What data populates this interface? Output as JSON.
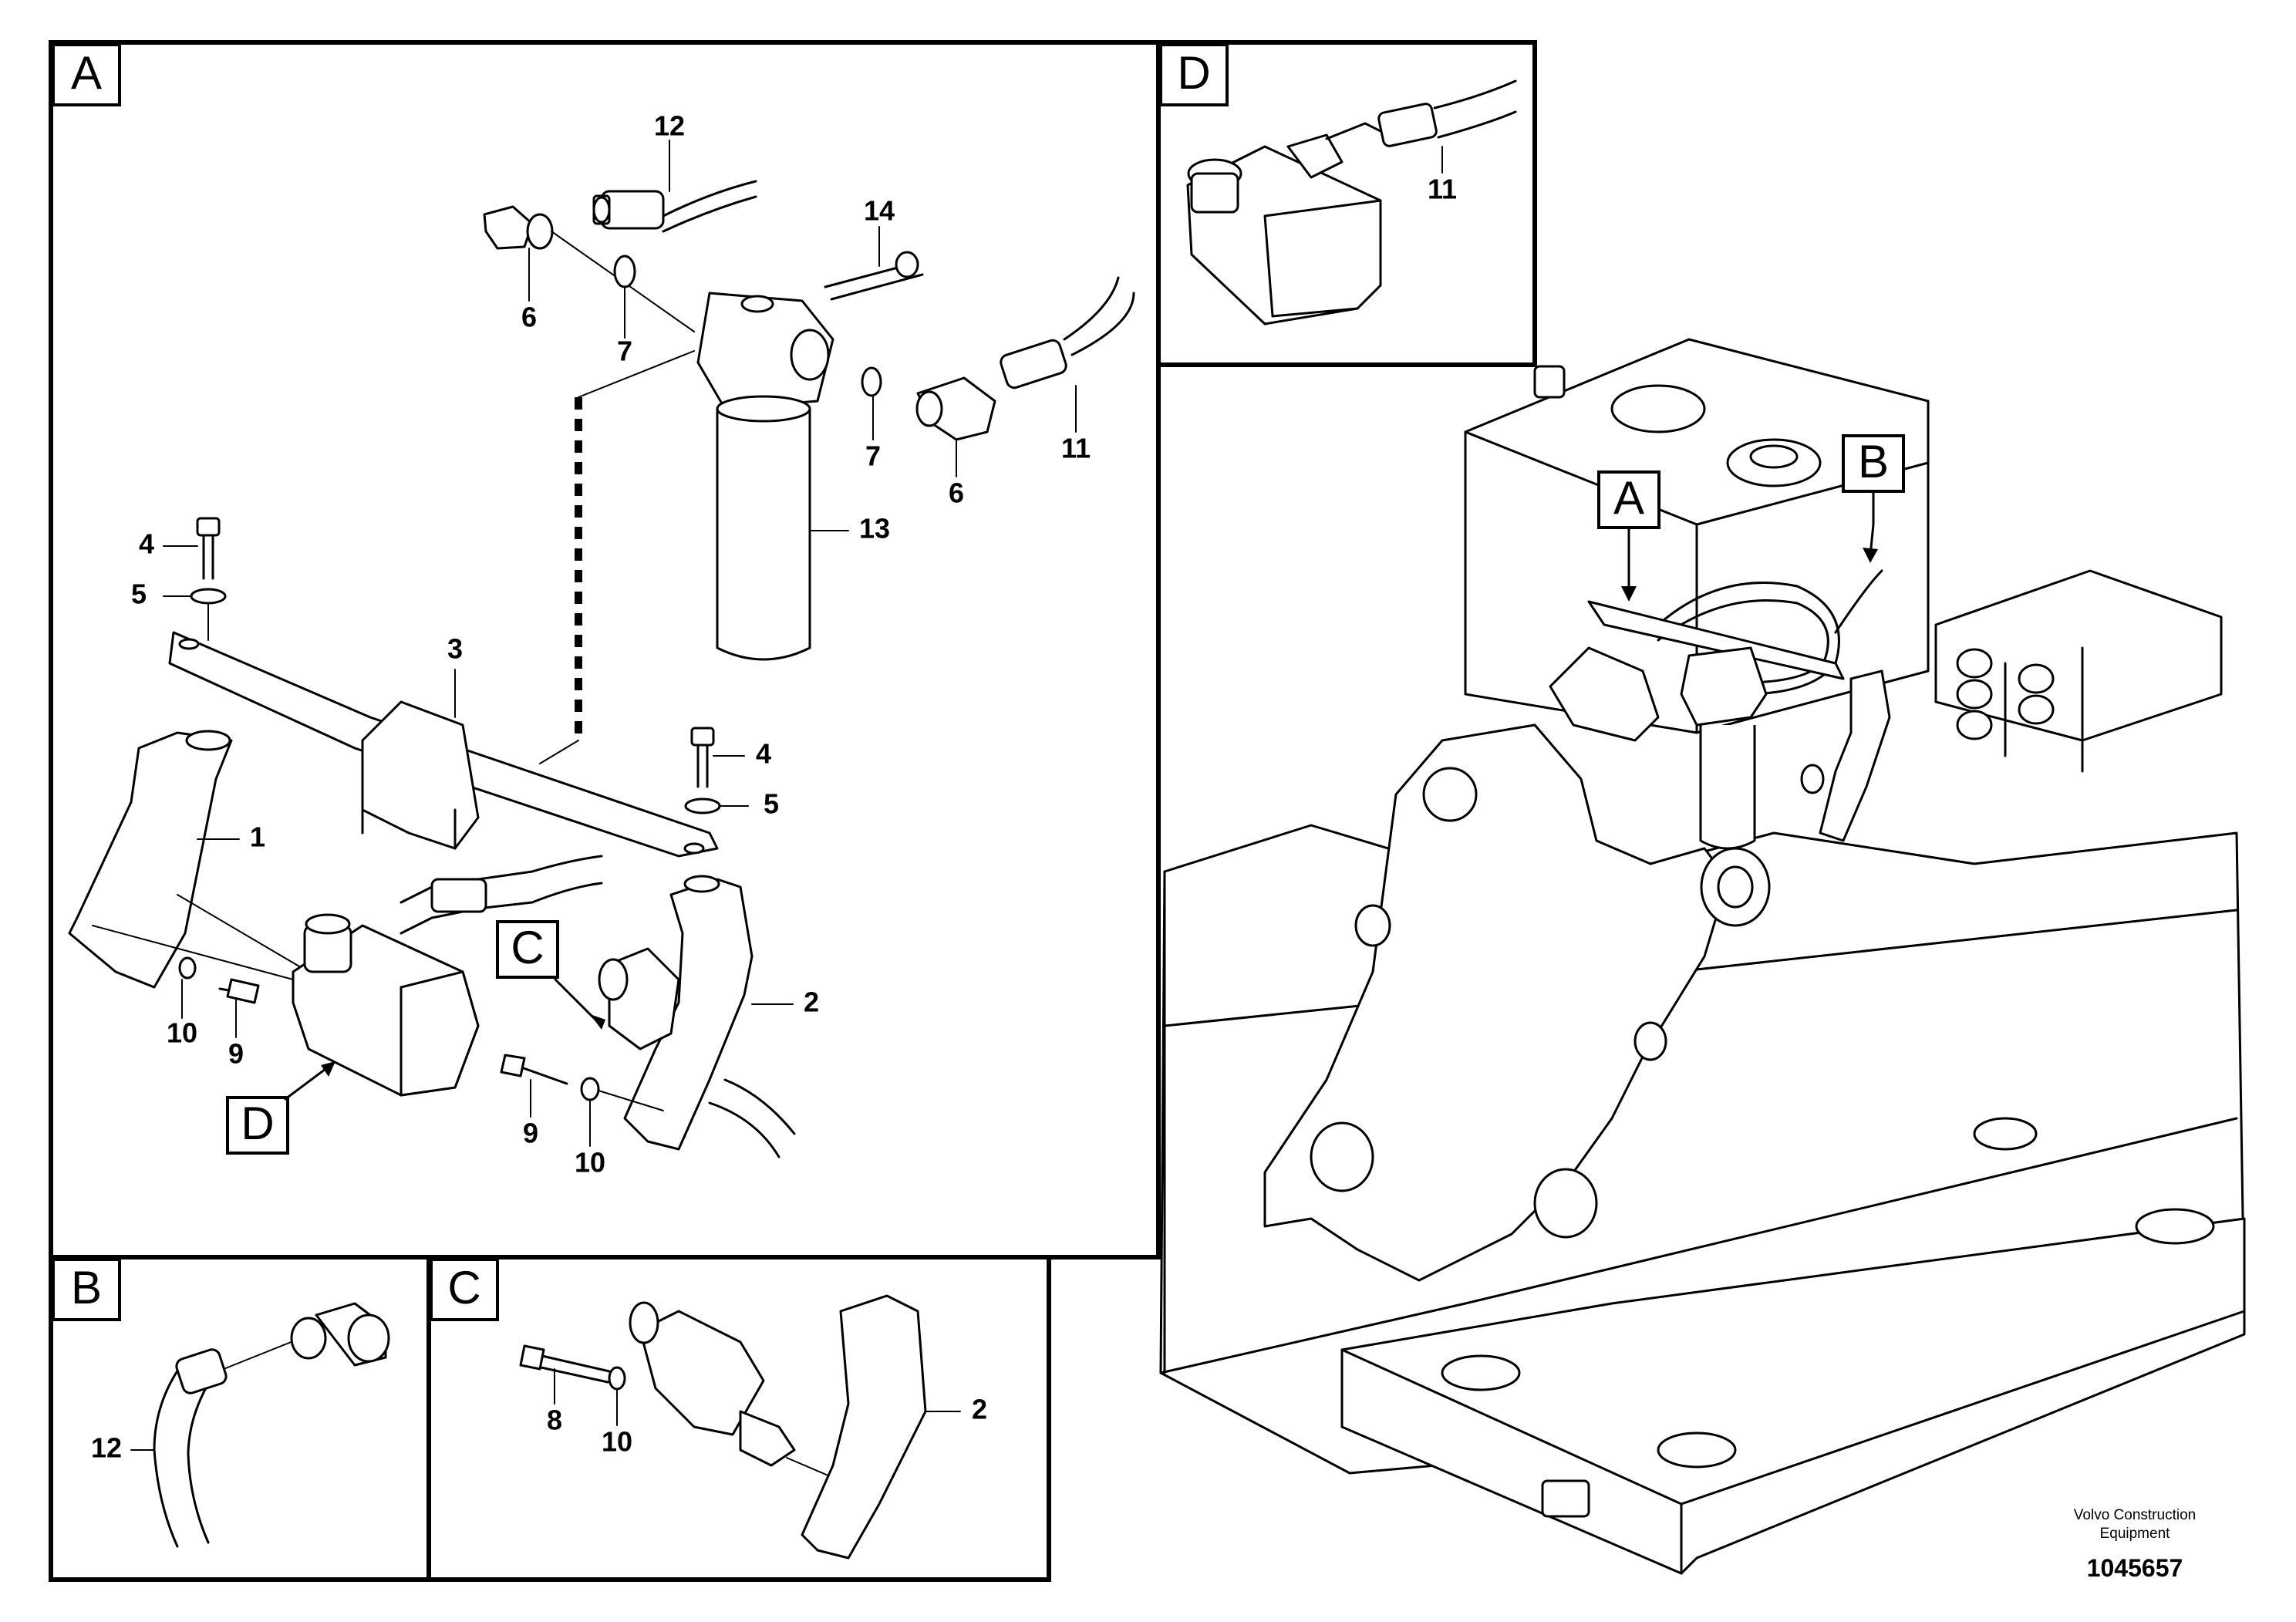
{
  "views": {
    "a": {
      "label": "A"
    },
    "b": {
      "label": "B"
    },
    "c": {
      "label": "C"
    },
    "d": {
      "label": "D"
    }
  },
  "overview_markers": [
    "A",
    "B"
  ],
  "callouts": {
    "a": [
      "12",
      "14",
      "6",
      "7",
      "7",
      "6",
      "11",
      "13",
      "4",
      "5",
      "3",
      "4",
      "5",
      "1",
      "2",
      "10",
      "9",
      "9",
      "10"
    ],
    "b": [
      "12"
    ],
    "c": [
      "8",
      "10",
      "2"
    ],
    "d": [
      "11"
    ]
  },
  "footer": {
    "brand_line1": "Volvo Construction",
    "brand_line2": "Equipment",
    "doc_number": "1045657"
  }
}
